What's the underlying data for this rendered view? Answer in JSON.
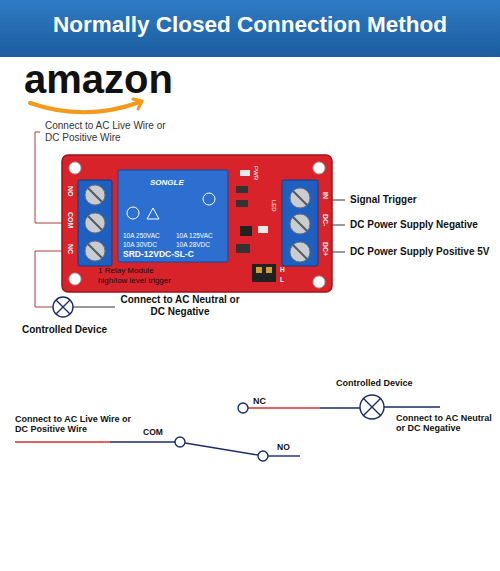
{
  "diagram": {
    "title": "Normally Closed Connection Method",
    "labels": [
      "amazon",
      "Connect to AC Live Wire or DC Positive Wire",
      "NO",
      "COM",
      "NC",
      "SONGLE",
      "10A 250VAC",
      "10A 125VAC",
      "10A 30VDC",
      "10A 28VDC",
      "SRD-12VDC-SL-C",
      "PWR",
      "LED",
      "IN",
      "DC-",
      "DC+",
      "Signal Trigger",
      "DC Power Supply Negative",
      "DC Power Supply Positive 5V",
      "1 Relay Module",
      "high/low level trigger",
      "H",
      "L",
      "Connect to AC Neutral or DC Negative",
      "Controlled Device",
      "NC",
      "Controlled Device",
      "Connect to AC Live Wire or DC Positive Wire",
      "Connect to AC Neutral or DC Negative",
      "COM",
      "NO"
    ]
  }
}
